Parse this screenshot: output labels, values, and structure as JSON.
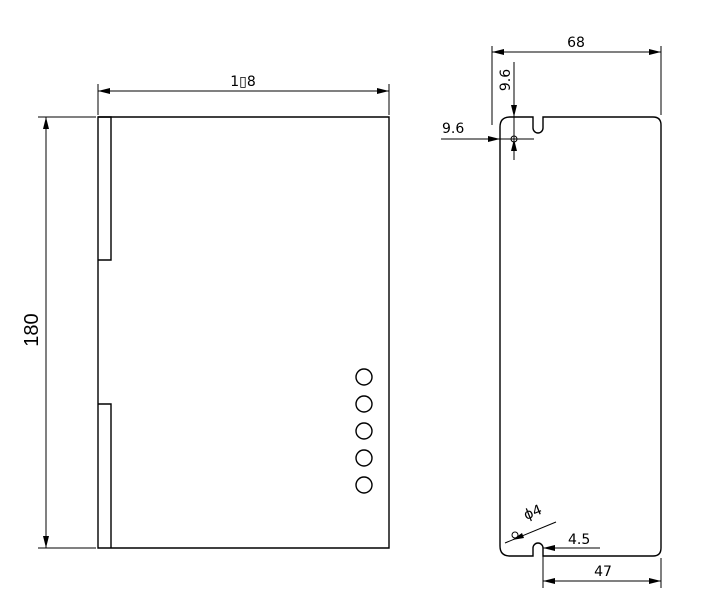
{
  "front_view": {
    "width_label": "1▯8",
    "height_label": "180",
    "indicator_count": 5
  },
  "side_view": {
    "width_label": "68",
    "top_slot_offset_label": "9.6",
    "side_hole_offset_label": "9.6",
    "hole_diameter_label": "ϕ4",
    "bottom_hole_offset_label": "4.5",
    "bottom_slot_span_label": "47"
  }
}
